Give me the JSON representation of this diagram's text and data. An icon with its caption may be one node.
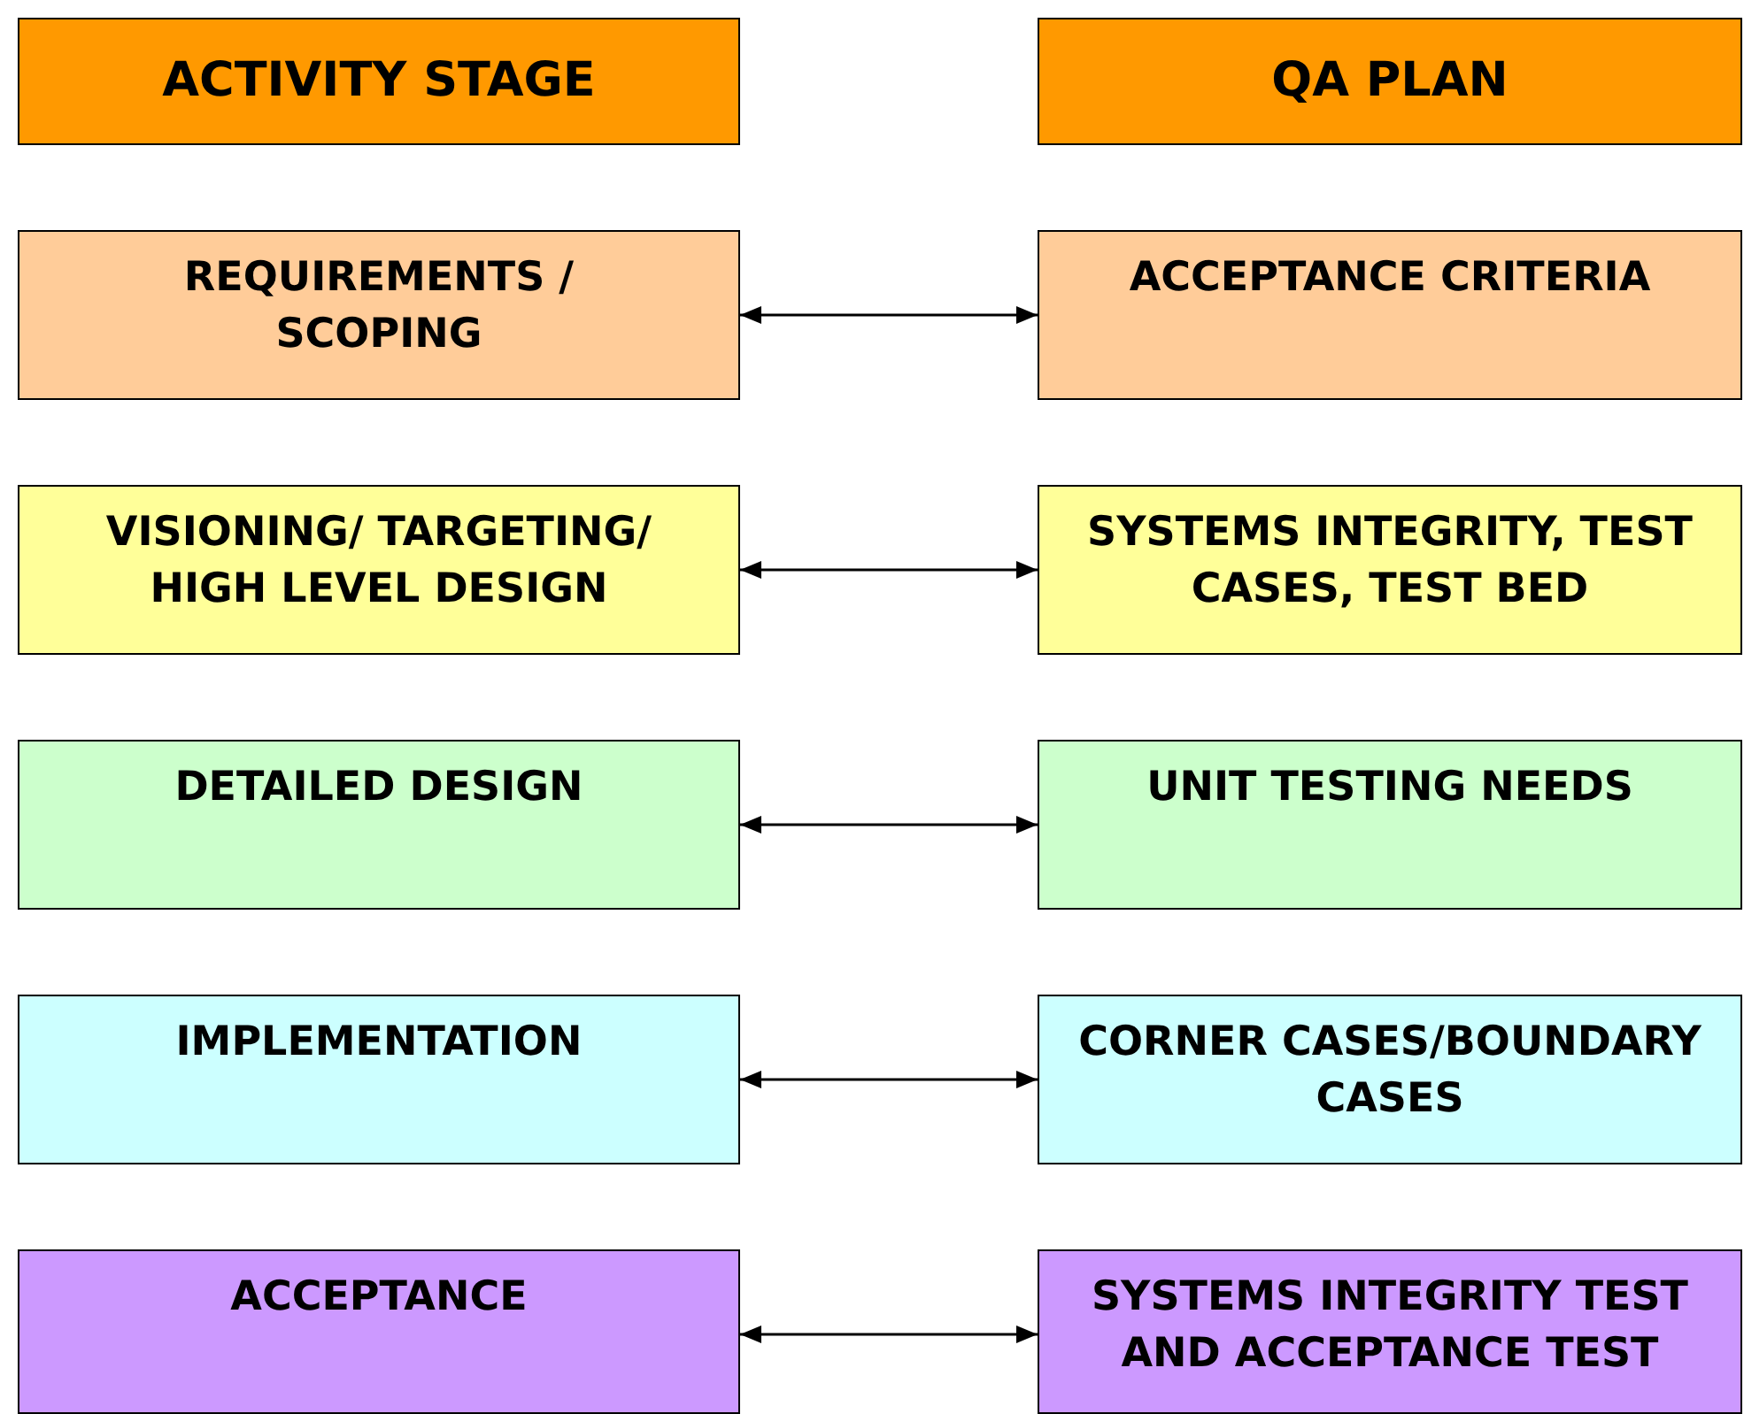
{
  "diagram": {
    "nodes": [
      {
        "text": [
          "ACTIVITY STAGE"
        ]
      },
      {
        "text": [
          "QA PLAN"
        ]
      },
      {
        "text": [
          "REQUIREMENTS / SCOPING"
        ]
      },
      {
        "text": [
          "ACCEPTANCE CRITERIA"
        ]
      },
      {
        "text": [
          "VISIONING/ TARGETING/ HIGH LEVEL DESIGN"
        ]
      },
      {
        "text": [
          "SYSTEMS INTEGRITY, TEST CASES, TEST BED"
        ]
      },
      {
        "text": [
          "DETAILED DESIGN"
        ]
      },
      {
        "text": [
          "UNIT TESTING NEEDS"
        ]
      },
      {
        "text": [
          "IMPLEMENTATION"
        ]
      },
      {
        "text": [
          "CORNER CASES/BOUNDARY CASES"
        ]
      },
      {
        "text": [
          "ACCEPTANCE"
        ]
      },
      {
        "text": [
          "SYSTEMS INTEGRITY TEST AND ACCEPTANCE TEST"
        ]
      }
    ],
    "edges": [
      {
        "from": 2,
        "to": 3,
        "arrow": "both"
      },
      {
        "from": 4,
        "to": 5,
        "arrow": "both"
      },
      {
        "from": 6,
        "to": 7,
        "arrow": "both"
      },
      {
        "from": 8,
        "to": 9,
        "arrow": "both"
      },
      {
        "from": 10,
        "to": 11,
        "arrow": "both"
      }
    ]
  }
}
